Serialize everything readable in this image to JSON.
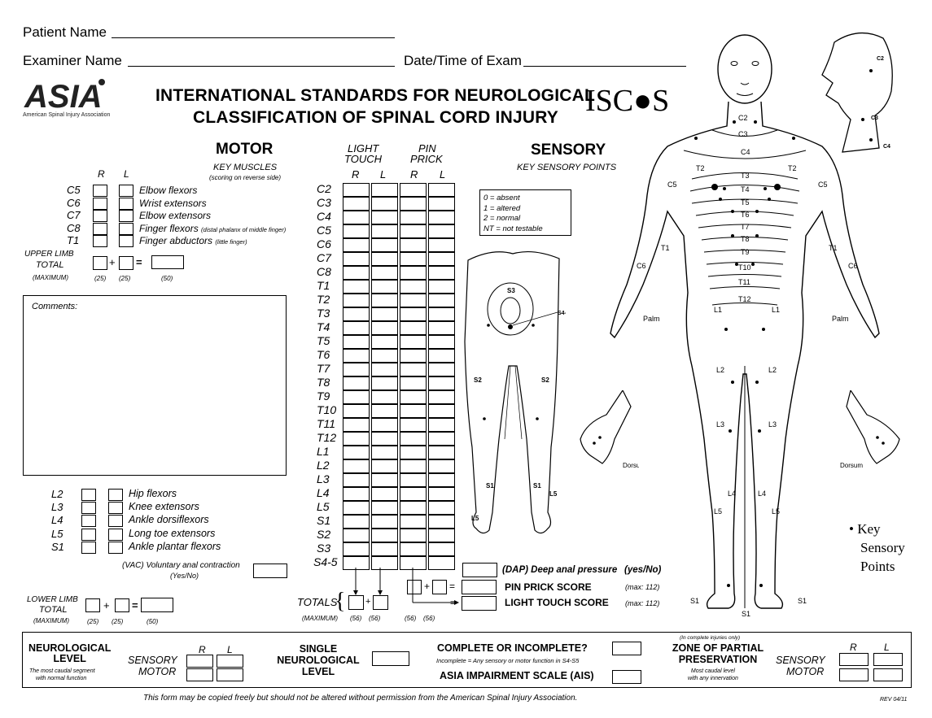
{
  "header": {
    "patient_name_label": "Patient Name",
    "examiner_name_label": "Examiner Name",
    "date_label": "Date/Time of Exam",
    "title_line1": "INTERNATIONAL STANDARDS FOR NEUROLOGICAL",
    "title_line2": "CLASSIFICATION OF SPINAL CORD INJURY",
    "asia_logo": "ASIA",
    "asia_full": "American Spinal Injury Association",
    "iscos_logo": "ISC●S"
  },
  "motor": {
    "title": "MOTOR",
    "subtitle": "KEY MUSCLES",
    "note": "(scoring on reverse side)",
    "col_r": "R",
    "col_l": "L",
    "upper": [
      {
        "level": "C5",
        "name": "Elbow flexors",
        "note": ""
      },
      {
        "level": "C6",
        "name": "Wrist extensors",
        "note": ""
      },
      {
        "level": "C7",
        "name": "Elbow extensors",
        "note": ""
      },
      {
        "level": "C8",
        "name": "Finger flexors",
        "note": "(distal phalanx of middle finger)"
      },
      {
        "level": "T1",
        "name": "Finger abductors",
        "note": "(little finger)"
      }
    ],
    "upper_total_label1": "UPPER LIMB",
    "upper_total_label2": "TOTAL",
    "upper_max_label": "(MAXIMUM)",
    "upper_max_r": "(25)",
    "upper_max_l": "(25)",
    "upper_max_total": "(50)",
    "comments_label": "Comments:",
    "lower": [
      {
        "level": "L2",
        "name": "Hip flexors"
      },
      {
        "level": "L3",
        "name": "Knee extensors"
      },
      {
        "level": "L4",
        "name": "Ankle dorsiflexors"
      },
      {
        "level": "L5",
        "name": "Long toe extensors"
      },
      {
        "level": "S1",
        "name": "Ankle plantar flexors"
      }
    ],
    "vac_label": "(VAC) Voluntary anal contraction",
    "vac_yesno": "(Yes/No)",
    "lower_total_label1": "LOWER LIMB",
    "lower_total_label2": "TOTAL",
    "lower_max_label": "(MAXIMUM)",
    "lower_max_r": "(25)",
    "lower_max_l": "(25)",
    "lower_max_total": "(50)",
    "plus": "+",
    "equals": "="
  },
  "sensory": {
    "title": "SENSORY",
    "subtitle": "KEY SENSORY POINTS",
    "light_touch_1": "LIGHT",
    "light_touch_2": "TOUCH",
    "pin_prick_1": "PIN",
    "pin_prick_2": "PRICK",
    "col_r": "R",
    "col_l": "L",
    "levels": [
      "C2",
      "C3",
      "C4",
      "C5",
      "C6",
      "C7",
      "C8",
      "T1",
      "T2",
      "T3",
      "T4",
      "T5",
      "T6",
      "T7",
      "T8",
      "T9",
      "T10",
      "T11",
      "T12",
      "L1",
      "L2",
      "L3",
      "L4",
      "L5",
      "S1",
      "S2",
      "S3",
      "S4-5"
    ],
    "legend": [
      "0 = absent",
      "1 = altered",
      "2 = normal",
      "NT = not testable"
    ],
    "dap_label": "(DAP) Deep anal pressure",
    "dap_yesno": "(yes/No)",
    "pin_score_label": "PIN PRICK SCORE",
    "pin_score_max": "(max: 112)",
    "lt_score_label": "LIGHT TOUCH SCORE",
    "lt_score_max": "(max: 112)",
    "totals_label": "TOTALS",
    "max_label": "(MAXIMUM)",
    "max_values": [
      "(56)",
      "(56)",
      "(56)",
      "(56)"
    ],
    "plus": "+",
    "equals": "="
  },
  "body_chart": {
    "dermatomes": [
      "C2",
      "C3",
      "C4",
      "C5",
      "C6",
      "T1",
      "T2",
      "T3",
      "T4",
      "T5",
      "T6",
      "T7",
      "T8",
      "T9",
      "T10",
      "T11",
      "T12",
      "L1",
      "L2",
      "L3",
      "L4",
      "L5",
      "S1",
      "S2",
      "S3",
      "S4-5",
      "C2",
      "C3",
      "C4"
    ],
    "palm": "Palm",
    "dorsum": "Dorsum",
    "key_points_line1": "Key",
    "key_points_line2": "Sensory",
    "key_points_line3": "Points"
  },
  "footer": {
    "neuro_level_1": "NEUROLOGICAL",
    "neuro_level_2": "LEVEL",
    "neuro_level_note1": "The most caudal segment",
    "neuro_level_note2": "with normal function",
    "sensory": "SENSORY",
    "motor": "MOTOR",
    "r": "R",
    "l": "L",
    "single_1": "SINGLE",
    "single_2": "NEUROLOGICAL",
    "single_3": "LEVEL",
    "complete_q": "COMPLETE OR INCOMPLETE?",
    "incomplete_note": "Incomplete = Any sensory or motor function in S4-S5",
    "ais": "ASIA IMPAIRMENT SCALE (AIS)",
    "zpp_note": "(In complete injuries only)",
    "zpp_1": "ZONE OF PARTIAL",
    "zpp_2": "PRESERVATION",
    "zpp_note2": "Most caudal level",
    "zpp_note3": "with any innervation",
    "copyright": "This form may be copied freely but should not be altered without permission from the American Spinal Injury Association.",
    "rev": "REV 04/11"
  }
}
